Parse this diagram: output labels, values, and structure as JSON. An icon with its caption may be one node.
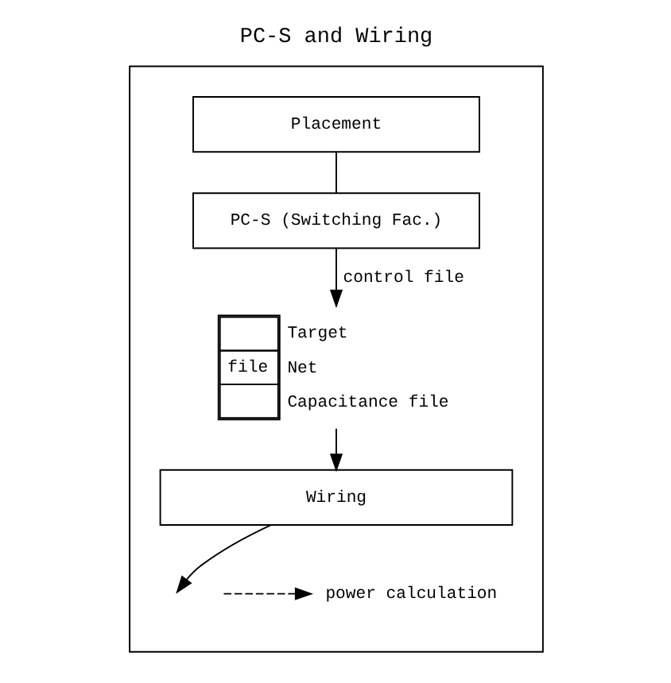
{
  "diagram": {
    "title": "PC-S and Wiring",
    "nodes": [
      {
        "text": [],
        "shape": "box"
      },
      {
        "text": [
          "Placement"
        ],
        "in": 0
      },
      {
        "text": [
          "PC-S (Switching Fac.)"
        ],
        "in": 0
      },
      {
        "text": [
          "file"
        ],
        "beside": [
          "Target",
          "Net",
          "Capacitance file"
        ],
        "in": 0
      },
      {
        "text": [
          "Wiring"
        ],
        "in": 0
      },
      {
        "text": [
          "power calculation"
        ],
        "in": 0
      }
    ],
    "edges": [
      {
        "from": 1,
        "to": 2,
        "arrow": "none"
      },
      {
        "from": 2,
        "to": 3,
        "arrow": "to",
        "label": "control file"
      },
      {
        "from": 3,
        "to": 4,
        "arrow": "to"
      },
      {
        "from": 4,
        "to": null,
        "arrow": "to"
      },
      {
        "from": null,
        "to": 5,
        "arrow": "to",
        "style": "dashed"
      }
    ]
  }
}
